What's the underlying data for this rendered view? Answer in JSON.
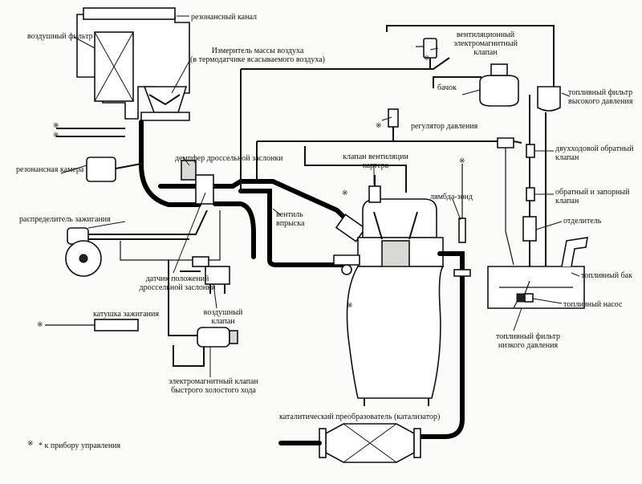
{
  "labels": {
    "resonance_channel": "резонансный канал",
    "air_filter": "воздушный фильтр",
    "air_mass_meter": "Измеритель массы воздуха\n(в термодатчике всасываемого воздуха)",
    "ventilation_valve": "вентиляционный\nэлектромагнитный\nклапан",
    "canister": "бачок",
    "hp_fuel_filter": "топливный фильтр\nвысокого давления",
    "pressure_regulator": "регулятор давления",
    "two_way_check_valve": "двухходовой обратный\nклапан",
    "throttle_damper": "демпфер дроссельной заслонки",
    "resonance_chamber": "резонансная камера",
    "crankcase_vent_valve": "клапан вентиляции\nкартера",
    "lambda_probe": "лямбда-зонд",
    "check_shutoff_valve": "обратный и запорный\nклапан",
    "ignition_distributor": "распределитель зажигания",
    "injection_valve": "вентиль\nвпрыска",
    "separator": "отделитель",
    "fuel_tank": "топливный бак",
    "fuel_pump": "топливный насос",
    "throttle_position_sensor": "датчик положений\nдроссельной заслонки",
    "air_valve": "воздушный\nклапан",
    "ignition_coil": "катушка зажигания",
    "lp_fuel_filter": "топливный фильтр\nнизкого давления",
    "idle_solenoid_valve": "электромагнитный клапан\nбыстрого холостого хода",
    "catalytic_converter": "каталитический преобразователь (катализатор)",
    "legend": "* к прибору управления"
  },
  "symbols": {
    "control_unit_marker": "※"
  },
  "colors": {
    "ink": "#111111",
    "paper": "#fbfbf9",
    "shade": "#d8d8d4"
  }
}
